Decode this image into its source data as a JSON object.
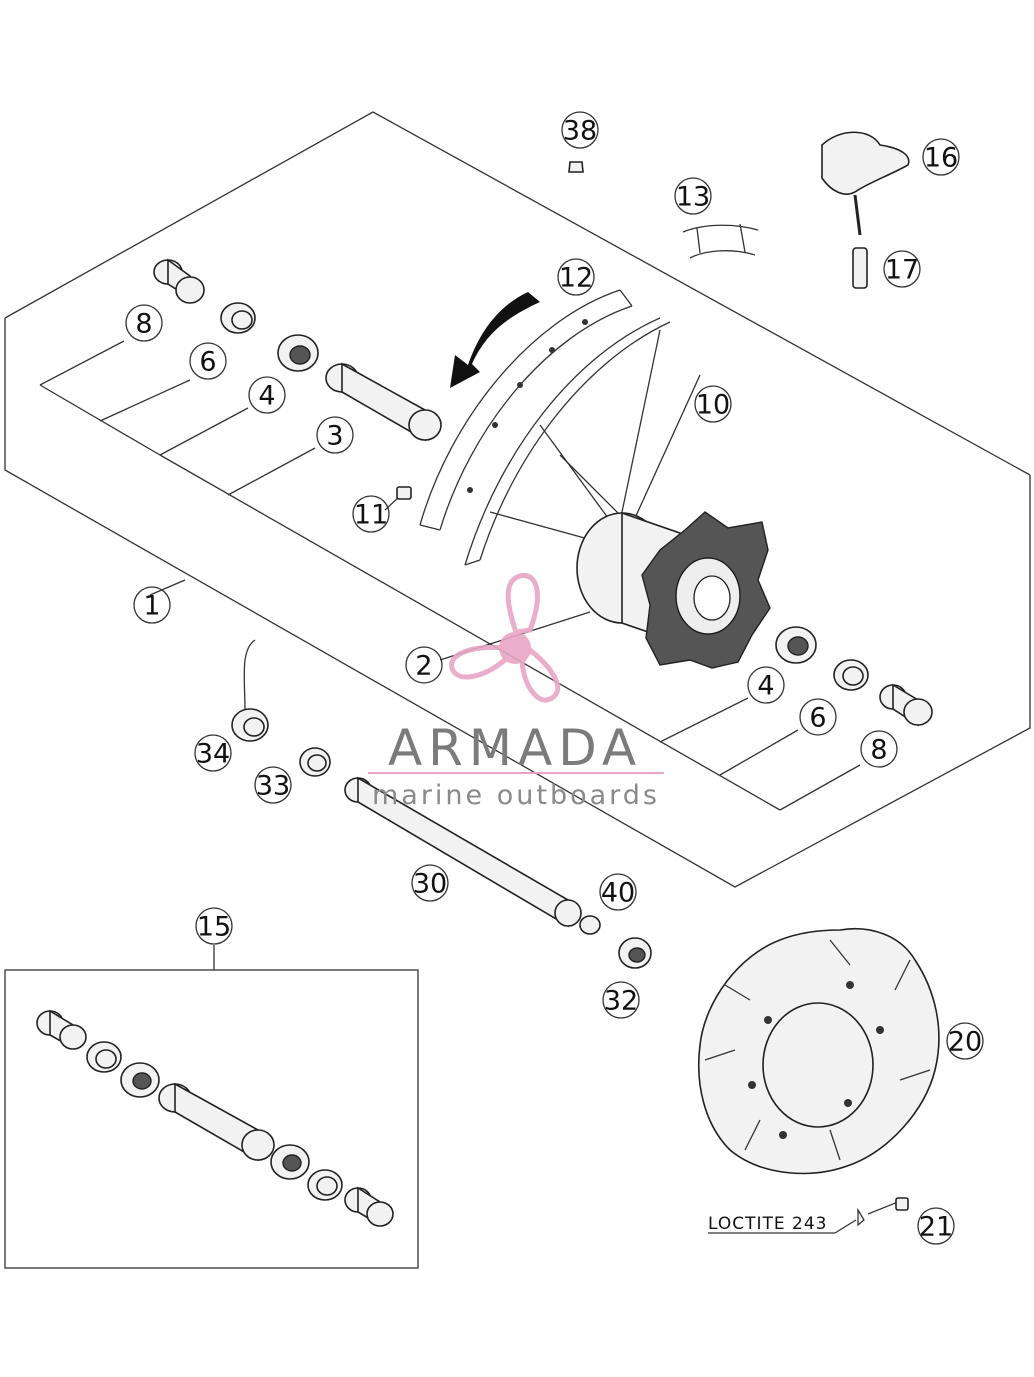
{
  "callouts": [
    {
      "id": "c38",
      "label": "38"
    },
    {
      "id": "c16",
      "label": "16"
    },
    {
      "id": "c13",
      "label": "13"
    },
    {
      "id": "c17",
      "label": "17"
    },
    {
      "id": "c12",
      "label": "12"
    },
    {
      "id": "c8a",
      "label": "8"
    },
    {
      "id": "c6a",
      "label": "6"
    },
    {
      "id": "c4a",
      "label": "4"
    },
    {
      "id": "c3",
      "label": "3"
    },
    {
      "id": "c10",
      "label": "10"
    },
    {
      "id": "c11",
      "label": "11"
    },
    {
      "id": "c1",
      "label": "1"
    },
    {
      "id": "c2",
      "label": "2"
    },
    {
      "id": "c4b",
      "label": "4"
    },
    {
      "id": "c6b",
      "label": "6"
    },
    {
      "id": "c8b",
      "label": "8"
    },
    {
      "id": "c34",
      "label": "34"
    },
    {
      "id": "c33",
      "label": "33"
    },
    {
      "id": "c30",
      "label": "30"
    },
    {
      "id": "c40",
      "label": "40"
    },
    {
      "id": "c32",
      "label": "32"
    },
    {
      "id": "c15",
      "label": "15"
    },
    {
      "id": "c20",
      "label": "20"
    },
    {
      "id": "c21",
      "label": "21"
    }
  ],
  "note": "LOCTITE 243",
  "watermark": {
    "name": "ARMADA",
    "tagline": "marine outboards",
    "color": "#e8a6c6"
  }
}
